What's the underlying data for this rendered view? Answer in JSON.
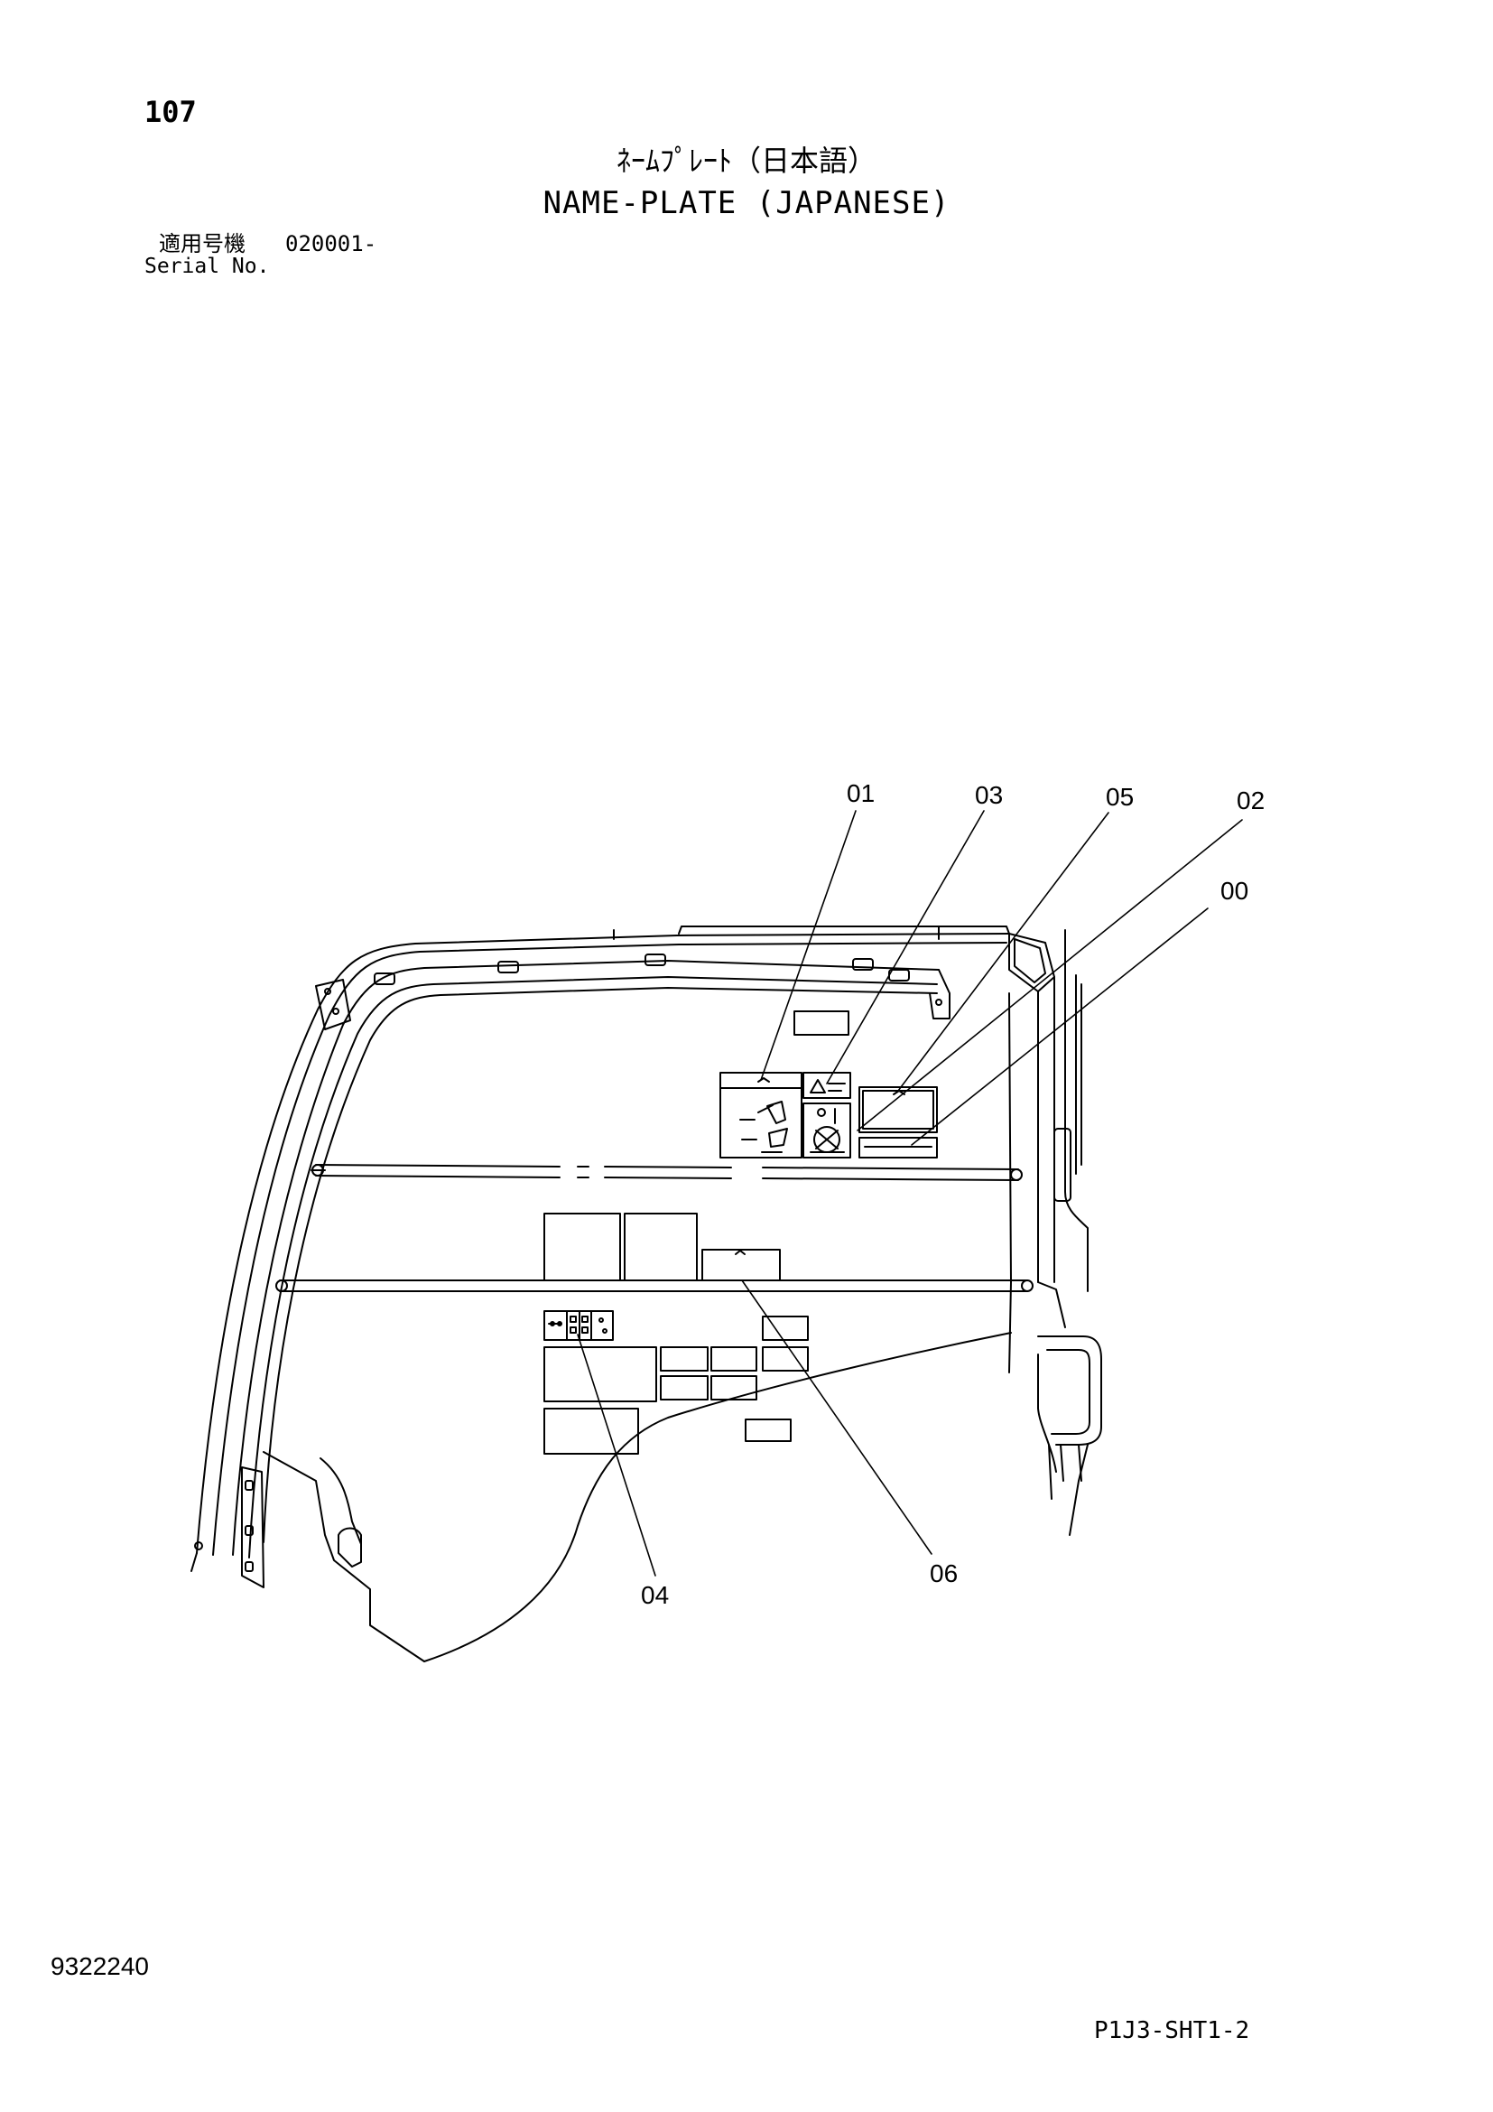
{
  "header": {
    "page_number": "107",
    "title_jp": "ﾈｰﾑﾌﾟﾚｰﾄ（日本語）",
    "title_en": "NAME-PLATE (JAPANESE)",
    "serial_label_jp": "適用号機",
    "serial_value": "020001-",
    "serial_label_en": "Serial No."
  },
  "callouts": {
    "c01": "01",
    "c03": "03",
    "c05": "05",
    "c02": "02",
    "c00": "00",
    "c04": "04",
    "c06": "06"
  },
  "footer": {
    "document_number": "9322240",
    "sheet_code": "P1J3-SHT1-2"
  },
  "colors": {
    "line": "#000000",
    "background": "#ffffff"
  }
}
